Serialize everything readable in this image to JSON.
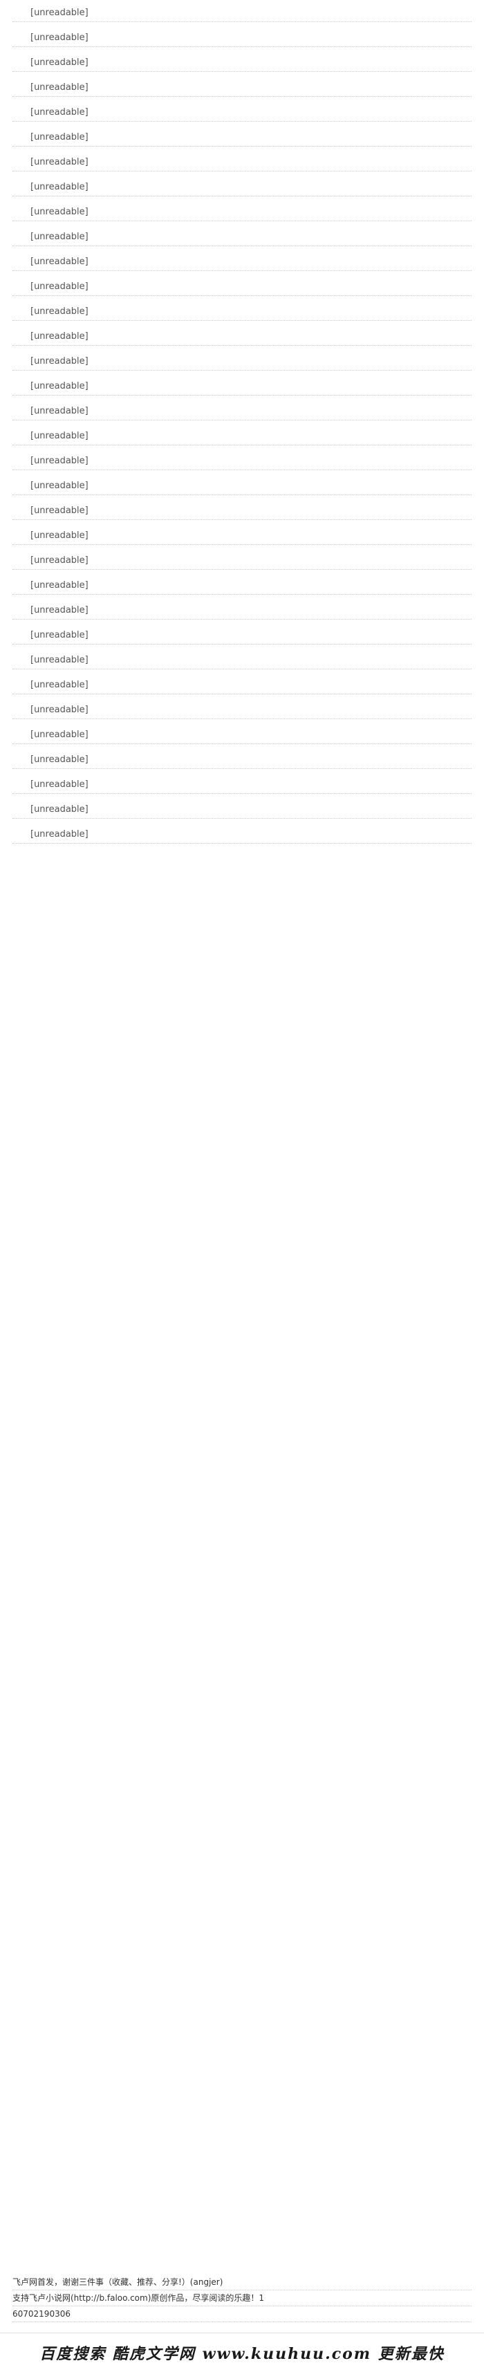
{
  "article": {
    "paragraphs": [
      "[unreadable]",
      "[unreadable]",
      "[unreadable]",
      "[unreadable]",
      "[unreadable]",
      "[unreadable]",
      "[unreadable]",
      "[unreadable]",
      "[unreadable]",
      "[unreadable]",
      "[unreadable]",
      "[unreadable]",
      "[unreadable]",
      "[unreadable]",
      "[unreadable]",
      "[unreadable]",
      "[unreadable]",
      "[unreadable]",
      "[unreadable]",
      "[unreadable]",
      "[unreadable]",
      "[unreadable]",
      "[unreadable]",
      "[unreadable]",
      "[unreadable]",
      "[unreadable]",
      "[unreadable]",
      "[unreadable]",
      "[unreadable]",
      "[unreadable]",
      "[unreadable]",
      "[unreadable]",
      "[unreadable]",
      "[unreadable]"
    ]
  },
  "footer": {
    "line1": "飞卢网首发，谢谢三件事（收藏、推荐、分享!）(angjer)",
    "line2": "支持飞卢小说网(http://b.faloo.com)原创作品，尽享阅读的乐趣！1",
    "line3": "60702190306"
  },
  "banner": {
    "text": "百度搜索 酷虎文学网 www.kuuhuu.com 更新最快"
  }
}
